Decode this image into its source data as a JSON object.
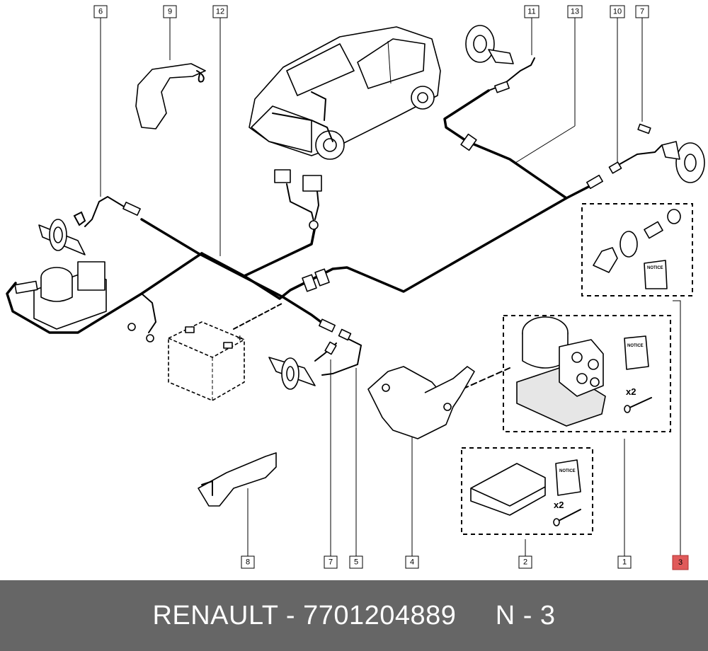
{
  "colors": {
    "highlight": "#e05a5a",
    "footer_background": "#666666",
    "footer_text": "#ffffff"
  },
  "callouts": [
    {
      "id": "c6",
      "label": "6"
    },
    {
      "id": "c9",
      "label": "9"
    },
    {
      "id": "c12",
      "label": "12"
    },
    {
      "id": "c11",
      "label": "11"
    },
    {
      "id": "c13",
      "label": "13"
    },
    {
      "id": "c10",
      "label": "10"
    },
    {
      "id": "c7top",
      "label": "7"
    },
    {
      "id": "c8",
      "label": "8"
    },
    {
      "id": "c7bot",
      "label": "7"
    },
    {
      "id": "c5",
      "label": "5"
    },
    {
      "id": "c4",
      "label": "4"
    },
    {
      "id": "c2",
      "label": "2"
    },
    {
      "id": "c1",
      "label": "1"
    },
    {
      "id": "c3",
      "label": "3",
      "highlighted": true
    }
  ],
  "kits": {
    "abs_unit_qty": "x2",
    "ecu_qty": "x2",
    "notice": "NOTICE"
  },
  "battery_terminal": "+",
  "footer": {
    "text": "RENAULT - 7701204889     N - 3"
  }
}
